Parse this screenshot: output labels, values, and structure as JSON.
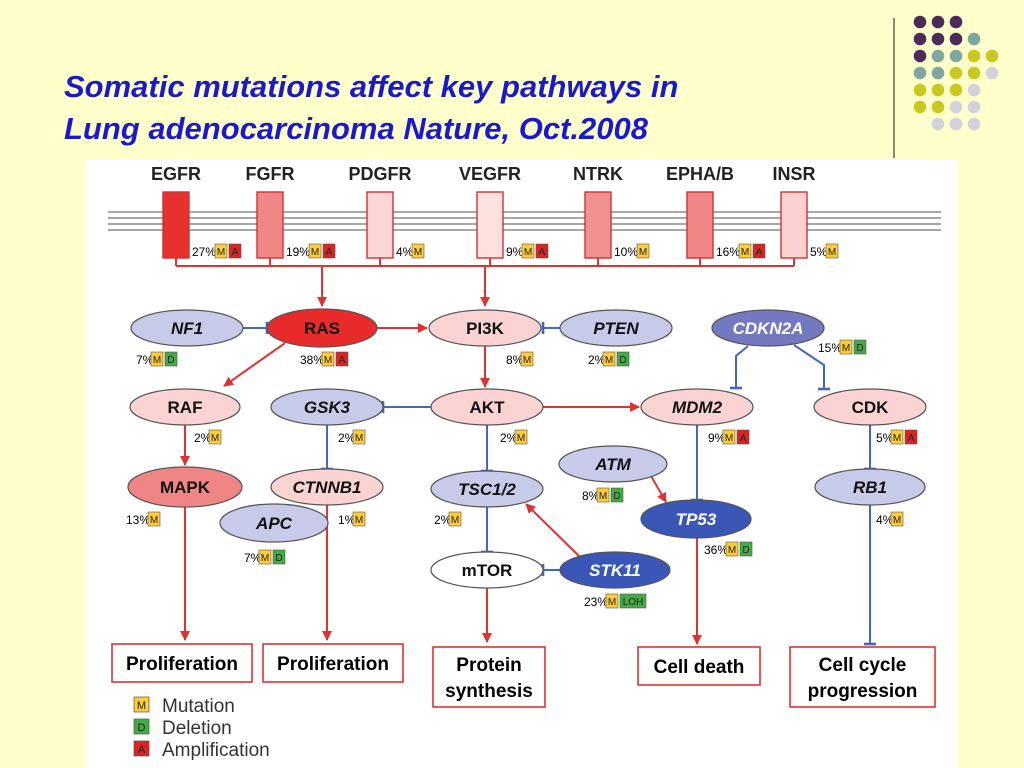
{
  "slide": {
    "title_line1": "Somatic mutations affect key pathways in",
    "title_line2": "Lung adenocarcinoma Nature, Oct.2008",
    "accent_color": "#1a1acc",
    "background_color": "#ffffcc"
  },
  "receptors": [
    {
      "id": "egfr",
      "name": "EGFR",
      "pct": "27%",
      "tags": [
        "M",
        "A"
      ]
    },
    {
      "id": "fgfr",
      "name": "FGFR",
      "pct": "19%",
      "tags": [
        "M",
        "A"
      ]
    },
    {
      "id": "pdgfr",
      "name": "PDGFR",
      "pct": "4%",
      "tags": [
        "M"
      ]
    },
    {
      "id": "vegfr",
      "name": "VEGFR",
      "pct": "9%",
      "tags": [
        "M",
        "A"
      ]
    },
    {
      "id": "ntrk",
      "name": "NTRK",
      "pct": "10%",
      "tags": [
        "M"
      ]
    },
    {
      "id": "epha",
      "name": "EPHA/B",
      "pct": "16%",
      "tags": [
        "M",
        "A"
      ]
    },
    {
      "id": "insr",
      "name": "INSR",
      "pct": "5%",
      "tags": [
        "M"
      ]
    }
  ],
  "nodes": [
    {
      "id": "nf1",
      "label": "NF1",
      "pct": "7%",
      "tags": [
        "M",
        "D"
      ]
    },
    {
      "id": "ras",
      "label": "RAS",
      "pct": "38%",
      "tags": [
        "M",
        "A"
      ]
    },
    {
      "id": "pi3k",
      "label": "PI3K",
      "pct": "8%",
      "tags": [
        "M"
      ]
    },
    {
      "id": "pten",
      "label": "PTEN",
      "pct": "2%",
      "tags": [
        "M",
        "D"
      ]
    },
    {
      "id": "cdkn2a",
      "label": "CDKN2A",
      "pct": "15%",
      "tags": [
        "M",
        "D"
      ]
    },
    {
      "id": "raf",
      "label": "RAF",
      "pct": "2%",
      "tags": [
        "M"
      ]
    },
    {
      "id": "gsk3",
      "label": "GSK3",
      "pct": "2%",
      "tags": [
        "M"
      ]
    },
    {
      "id": "akt",
      "label": "AKT",
      "pct": "2%",
      "tags": [
        "M"
      ]
    },
    {
      "id": "mdm2",
      "label": "MDM2",
      "pct": "9%",
      "tags": [
        "M",
        "A"
      ]
    },
    {
      "id": "cdk",
      "label": "CDK",
      "pct": "5%",
      "tags": [
        "M",
        "A"
      ]
    },
    {
      "id": "mapk",
      "label": "MAPK",
      "pct": "13%",
      "tags": [
        "M"
      ]
    },
    {
      "id": "ctnnb1",
      "label": "CTNNB1",
      "pct": "1%",
      "tags": [
        "M"
      ]
    },
    {
      "id": "tsc12",
      "label": "TSC1/2",
      "pct": "2%",
      "tags": [
        "M"
      ]
    },
    {
      "id": "atm",
      "label": "ATM",
      "pct": "8%",
      "tags": [
        "M",
        "D"
      ]
    },
    {
      "id": "rb1",
      "label": "RB1",
      "pct": "4%",
      "tags": [
        "M"
      ]
    },
    {
      "id": "apc",
      "label": "APC",
      "pct": "7%",
      "tags": [
        "M",
        "D"
      ]
    },
    {
      "id": "tp53",
      "label": "TP53",
      "pct": "36%",
      "tags": [
        "M",
        "D"
      ]
    },
    {
      "id": "mtor",
      "label": "mTOR",
      "pct": "",
      "tags": []
    },
    {
      "id": "stk11",
      "label": "STK11",
      "pct": "23%",
      "tags": [
        "M",
        "LOH"
      ]
    }
  ],
  "outcomes": [
    {
      "id": "prolif1",
      "line1": "Proliferation",
      "line2": ""
    },
    {
      "id": "prolif2",
      "line1": "Proliferation",
      "line2": ""
    },
    {
      "id": "protein",
      "line1": "Protein",
      "line2": "synthesis"
    },
    {
      "id": "death",
      "line1": "Cell death",
      "line2": ""
    },
    {
      "id": "cellcycle",
      "line1": "Cell cycle",
      "line2": "progression"
    }
  ],
  "legend": [
    {
      "key": "M",
      "label": "Mutation"
    },
    {
      "key": "D",
      "label": "Deletion"
    },
    {
      "key": "A",
      "label": "Amplification"
    }
  ],
  "colors": {
    "mutation": "#ffcc33",
    "deletion": "#44aa44",
    "amplification": "#dd2222",
    "activation": "#dd3333",
    "inhibition": "#4466bb"
  }
}
